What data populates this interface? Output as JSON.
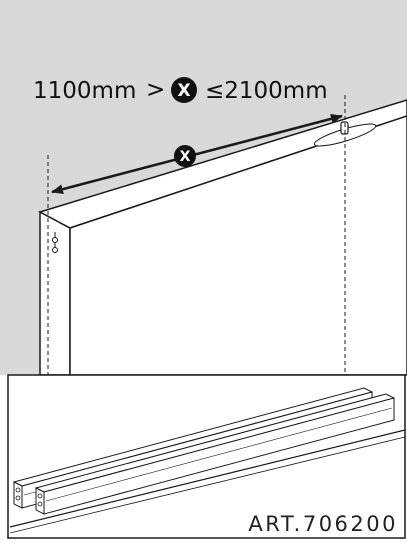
{
  "measurement": {
    "min": "1100mm",
    "gt": ">",
    "variable": "X",
    "le_max": "≤2100mm"
  },
  "arrow_label": "X",
  "article_number": "ART.706200",
  "colors": {
    "wall": "#d9d9d9",
    "line": "#1a1a1a",
    "background": "#ffffff",
    "badge": "#111111"
  }
}
